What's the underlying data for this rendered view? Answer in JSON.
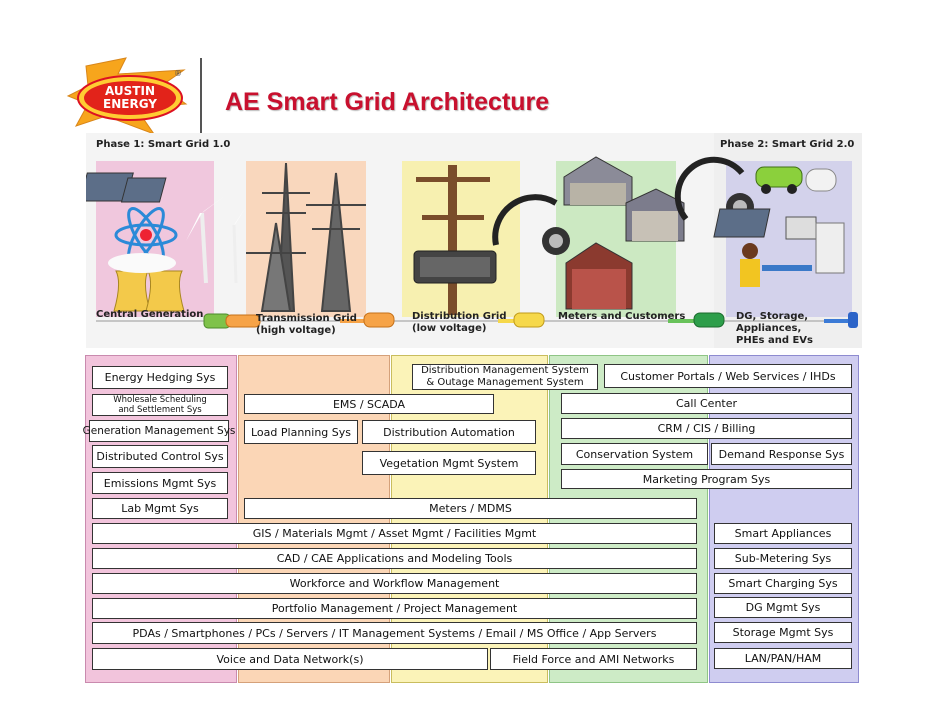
{
  "header": {
    "title_part1": "AE Smart Grid ",
    "title_part2": "Architecture",
    "logo_text_line1": "AUSTIN",
    "logo_text_line2": "ENERGY",
    "logo_mark": "®"
  },
  "illustration": {
    "phase1": "Phase 1: Smart Grid 1.0",
    "phase2": "Phase 2: Smart Grid 2.0",
    "segments": {
      "central": "Central Generation",
      "transmission_1": "Transmission Grid",
      "transmission_2": "(high voltage)",
      "distribution_1": "Distribution Grid",
      "distribution_2": "(low voltage)",
      "meters": "Meters and Customers",
      "dg_1": "DG, Storage,",
      "dg_2": "Appliances,",
      "dg_3": "PHEs and EVs"
    }
  },
  "colors": {
    "title": "#c8102e",
    "col_pink": "#f2c4dc",
    "col_peach": "#fbd6b6",
    "col_yellow": "#fbf3b8",
    "col_green": "#cdebc6",
    "col_lavender": "#cfcdf0"
  },
  "systems": {
    "energy_hedging": "Energy Hedging Sys",
    "wholesale_1": "Wholesale Scheduling",
    "wholesale_2": "and Settlement Sys",
    "generation_mgmt": "Generation Management Sys",
    "distributed_control": "Distributed Control Sys",
    "emissions": "Emissions Mgmt Sys",
    "lab": "Lab Mgmt Sys",
    "dms_1": "Distribution Management System",
    "dms_2": "& Outage Management System",
    "customer_portals": "Customer Portals / Web Services / IHDs",
    "ems_scada": "EMS / SCADA",
    "call_center": "Call Center",
    "load_planning": "Load Planning Sys",
    "distribution_automation": "Distribution Automation",
    "crm": "CRM / CIS / Billing",
    "conservation": "Conservation System",
    "demand_response": "Demand Response Sys",
    "vegetation": "Vegetation Mgmt System",
    "marketing": "Marketing Program Sys",
    "meters_mdms": "Meters / MDMS",
    "gis": "GIS / Materials Mgmt / Asset Mgmt / Facilities Mgmt",
    "smart_appliances": "Smart Appliances",
    "cad": "CAD / CAE Applications and Modeling Tools",
    "sub_metering": "Sub-Metering Sys",
    "workforce": "Workforce and Workflow  Management",
    "smart_charging": "Smart Charging Sys",
    "portfolio": "Portfolio Management / Project Management",
    "dg_mgmt": "DG Mgmt Sys",
    "pdas": "PDAs / Smartphones / PCs / Servers / IT Management Systems / Email / MS Office / App Servers",
    "storage": "Storage Mgmt Sys",
    "voice_data": "Voice and Data Network(s)",
    "field_force": "Field Force and AMI Networks",
    "lan": "LAN/PAN/HAM"
  }
}
